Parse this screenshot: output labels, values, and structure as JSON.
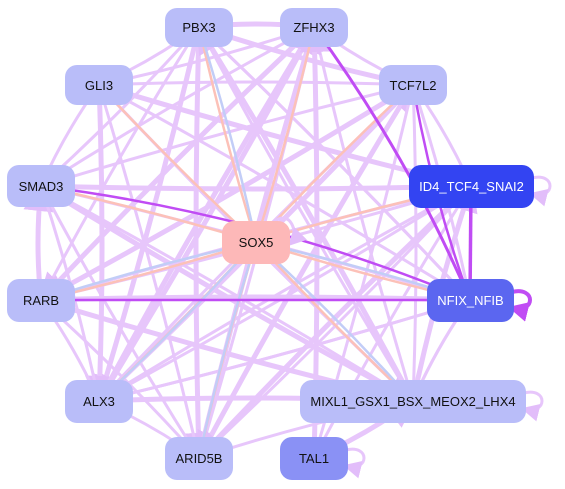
{
  "colors": {
    "node_default": "#b9bdf9",
    "node_dark": "#3344f2",
    "node_medium": "#5b66f0",
    "node_tal": "#8a91f5",
    "node_sox": "#fdb8b8",
    "edge_light": "#e7c6fb",
    "edge_purple": "#c04cf4",
    "edge_salmon": "#fcc1b8",
    "edge_blue": "#c2cdf7"
  },
  "nodes": [
    {
      "id": "pbx3",
      "label": "PBX3",
      "color": "#b9bdf9",
      "text": "#111111"
    },
    {
      "id": "zfhx3",
      "label": "ZFHX3",
      "color": "#b9bdf9",
      "text": "#111111"
    },
    {
      "id": "gli3",
      "label": "GLI3",
      "color": "#b9bdf9",
      "text": "#111111"
    },
    {
      "id": "tcf7l2",
      "label": "TCF7L2",
      "color": "#b9bdf9",
      "text": "#111111"
    },
    {
      "id": "smad3",
      "label": "SMAD3",
      "color": "#b9bdf9",
      "text": "#111111"
    },
    {
      "id": "id4",
      "label": "ID4_TCF4_SNAI2",
      "color": "#3344f2",
      "text": "#ffffff"
    },
    {
      "id": "sox5",
      "label": "SOX5",
      "color": "#fdb8b8",
      "text": "#111111"
    },
    {
      "id": "rarb",
      "label": "RARB",
      "color": "#b9bdf9",
      "text": "#111111"
    },
    {
      "id": "nfix",
      "label": "NFIX_NFIB",
      "color": "#5b66f0",
      "text": "#ffffff"
    },
    {
      "id": "alx3",
      "label": "ALX3",
      "color": "#b9bdf9",
      "text": "#111111"
    },
    {
      "id": "mixl1",
      "label": "MIXL1_GSX1_BSX_MEOX2_LHX4",
      "color": "#b9bdf9",
      "text": "#111111"
    },
    {
      "id": "arid5b",
      "label": "ARID5B",
      "color": "#b9bdf9",
      "text": "#111111"
    },
    {
      "id": "tal1",
      "label": "TAL1",
      "color": "#8a91f5",
      "text": "#111111"
    }
  ]
}
